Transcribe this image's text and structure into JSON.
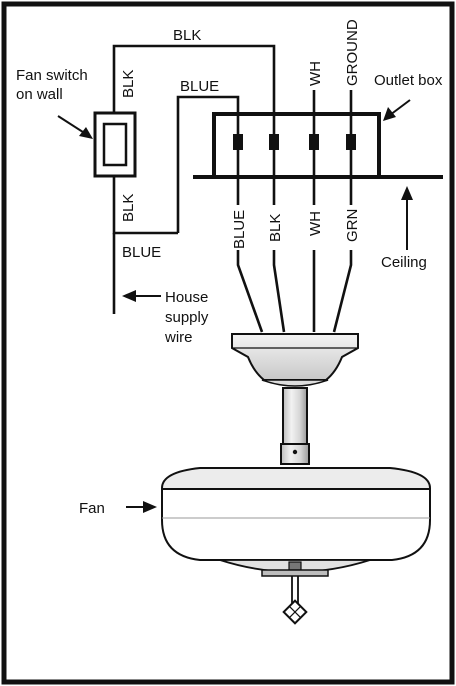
{
  "labels": {
    "fan_switch_line1": "Fan switch",
    "fan_switch_line2": "on wall",
    "outlet_box": "Outlet box",
    "ceiling": "Ceiling",
    "house_line1": "House",
    "house_line2": "supply",
    "house_line3": "wire",
    "fan": "Fan"
  },
  "wire_labels": {
    "top_blk": "BLK",
    "top_blue": "BLUE",
    "switch_blk_upper": "BLK",
    "switch_blk_lower": "BLK",
    "bottom_blue": "BLUE",
    "box_wh": "WH",
    "box_ground": "GROUND",
    "fan_blue": "BLUE",
    "fan_blk": "BLK",
    "fan_wh": "WH",
    "fan_grn": "GRN"
  }
}
